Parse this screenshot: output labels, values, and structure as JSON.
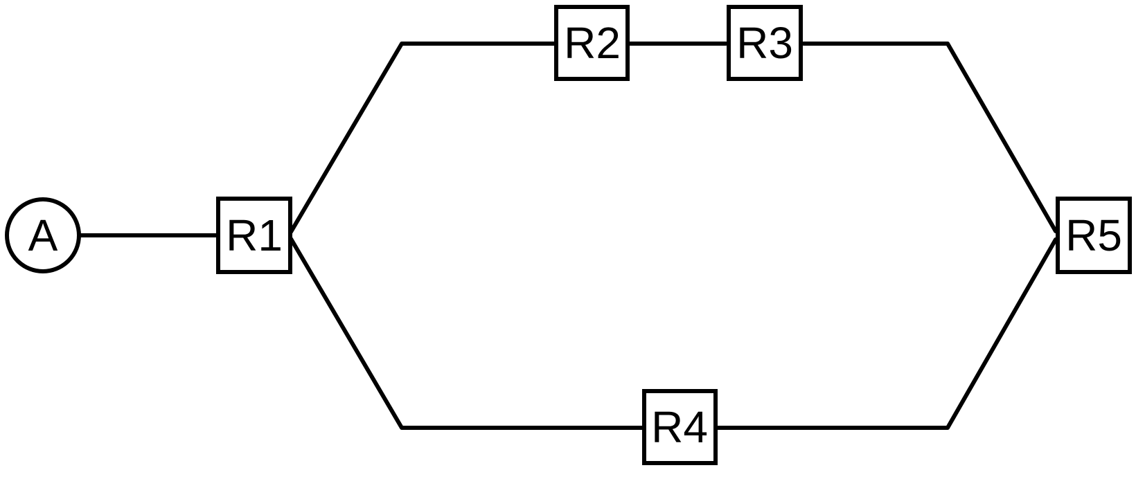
{
  "diagram": {
    "nodes": [
      {
        "id": "A",
        "label": "A",
        "shape": "circle"
      },
      {
        "id": "R1",
        "label": "R1",
        "shape": "box"
      },
      {
        "id": "R2",
        "label": "R2",
        "shape": "box"
      },
      {
        "id": "R3",
        "label": "R3",
        "shape": "box"
      },
      {
        "id": "R4",
        "label": "R4",
        "shape": "box"
      },
      {
        "id": "R5",
        "label": "R5",
        "shape": "box"
      }
    ],
    "edges": [
      {
        "from": "A",
        "to": "R1"
      },
      {
        "from": "R1",
        "to": "R2"
      },
      {
        "from": "R2",
        "to": "R3"
      },
      {
        "from": "R3",
        "to": "R5"
      },
      {
        "from": "R1",
        "to": "R4"
      },
      {
        "from": "R4",
        "to": "R5"
      }
    ],
    "colors": {
      "stroke": "#000000",
      "fill": "#ffffff"
    }
  }
}
